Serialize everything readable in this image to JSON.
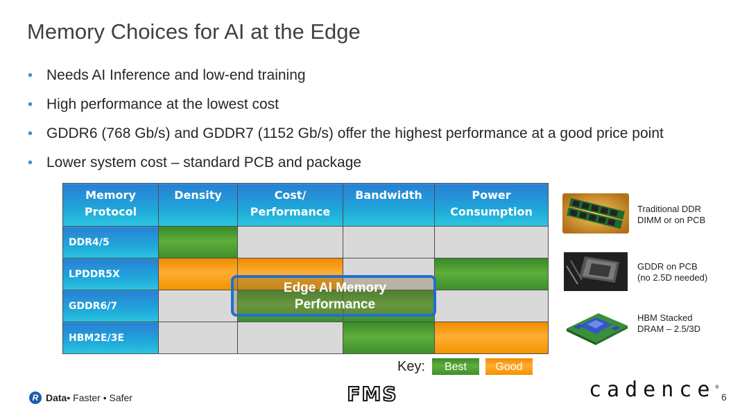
{
  "slide": {
    "title": "Memory Choices for AI at the Edge",
    "bullets": [
      "Needs AI Inference and low-end training",
      "High performance at the lowest cost",
      "GDDR6 (768 Gb/s) and GDDR7 (1152 Gb/s) offer the highest performance at a good price point",
      "Lower system cost – standard PCB and package"
    ],
    "bullet_glyph": "•"
  },
  "table": {
    "headers": [
      [
        "Memory",
        "Protocol"
      ],
      [
        "Density"
      ],
      [
        "Cost/",
        "Performance"
      ],
      [
        "Bandwidth"
      ],
      [
        "Power",
        "Consumption"
      ]
    ],
    "rows": [
      {
        "label": "DDR4/5",
        "cells": [
          "best",
          "empty",
          "empty",
          "empty"
        ]
      },
      {
        "label": "LPDDR5X",
        "cells": [
          "good",
          "good",
          "empty",
          "best"
        ]
      },
      {
        "label": "GDDR6/7",
        "cells": [
          "empty",
          "best",
          "best",
          "empty"
        ]
      },
      {
        "label": "HBM2E/3E",
        "cells": [
          "empty",
          "empty",
          "best",
          "good"
        ]
      }
    ],
    "highlight_text": [
      "Edge AI Memory",
      "Performance"
    ],
    "colors": {
      "best": "#4e9d32",
      "good": "#f5a020",
      "empty": "#d9d9d9",
      "header": "#1fa7db",
      "highlight_border": "#1e6fd0"
    }
  },
  "side_items": [
    {
      "label_lines": [
        "Traditional DDR",
        "DIMM or on PCB"
      ],
      "icon": "ddr-dimm-image"
    },
    {
      "label_lines": [
        "GDDR on PCB",
        "(no 2.5D needed)"
      ],
      "icon": "gddr-pcb-image"
    },
    {
      "label_lines": [
        "HBM Stacked",
        "DRAM – 2.5/3D"
      ],
      "icon": "hbm-stacked-image"
    }
  ],
  "key": {
    "label": "Key:",
    "best": "Best",
    "good": "Good"
  },
  "footer": {
    "brand_logo_letter": "R",
    "brand_data": "Data",
    "brand_rest": " • Faster • Safer",
    "fms_logo": "FMS",
    "cadence_logo": "cadence",
    "page_number": "6"
  }
}
